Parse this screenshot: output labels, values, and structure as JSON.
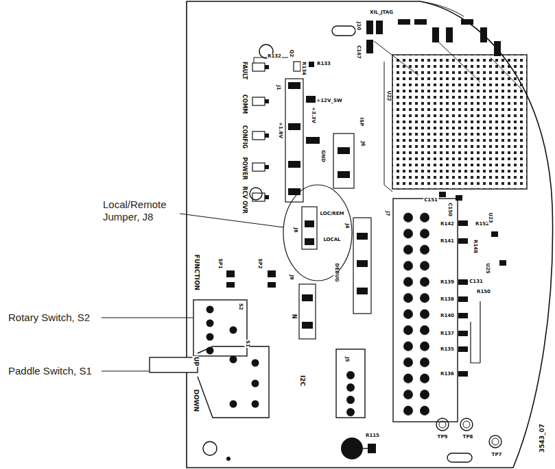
{
  "diagram": {
    "labels": [
      "Local/Remote Jumper, J8",
      "Rotary Switch, S2",
      "Paddle Switch, S1",
      "FAULT",
      "COMM",
      "CONFIG",
      "POWER",
      "RCV OVR",
      "R132",
      "Q2",
      "R134",
      "R133",
      "J1",
      "+12V_SW",
      "+3.3V",
      "+1.8V",
      "GND",
      "ISP",
      "J6",
      "J10",
      "XIL_JTAG",
      "C167",
      "U22",
      "J7",
      "C151",
      "C150",
      "R142",
      "R141",
      "R152",
      "R148",
      "U23",
      "U25",
      "C131",
      "R150",
      "R139",
      "R138",
      "R140",
      "R137",
      "R135",
      "R136",
      "LOC/REM",
      "LOCAL",
      "J8",
      "J4",
      "FUNCTION",
      "SP1",
      "SP2",
      "J9",
      "DEBUG",
      "S2",
      "N",
      "UP",
      "DOWN",
      "S1",
      "I2C",
      "J5",
      "R115",
      "TP9",
      "TP8",
      "TP7",
      "3543_07"
    ]
  }
}
